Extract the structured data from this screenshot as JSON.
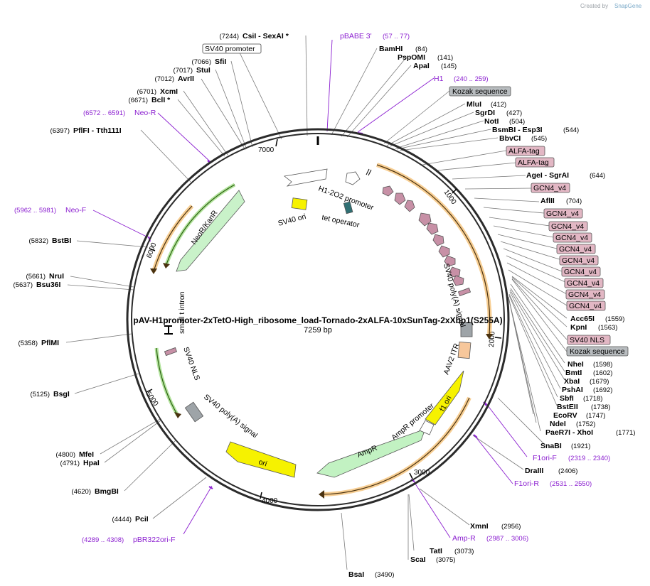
{
  "header": {
    "credit_prefix": "Created by",
    "credit_brand": "SnapGene"
  },
  "plasmid": {
    "name": "pAV-H1promoter-2xTetO-High_ribosome_load-Tornado-2xALFA-10xSunTag-2xXbp1(S255A)",
    "size": "7259 bp"
  },
  "ticks": [
    "1000",
    "2000",
    "3000",
    "4000",
    "5000",
    "6000",
    "7000"
  ],
  "enzymes_right": [
    {
      "name": "BamHI",
      "pos": "(84)"
    },
    {
      "name": "PspOMI",
      "pos": "(141)"
    },
    {
      "name": "ApaI",
      "pos": "(145)"
    },
    {
      "name": "MluI",
      "pos": "(412)"
    },
    {
      "name": "SgrDI",
      "pos": "(427)"
    },
    {
      "name": "NotI",
      "pos": "(504)"
    },
    {
      "name": "BsmBI  - Esp3I",
      "pos": "(544)"
    },
    {
      "name": "BbvCI",
      "pos": "(545)"
    },
    {
      "name": "AgeI  - SgrAI",
      "pos": "(644)"
    },
    {
      "name": "AflII",
      "pos": "(704)"
    },
    {
      "name": "Acc65I",
      "pos": "(1559)"
    },
    {
      "name": "KpnI",
      "pos": "(1563)"
    },
    {
      "name": "NheI",
      "pos": "(1598)"
    },
    {
      "name": "BmtI",
      "pos": "(1602)"
    },
    {
      "name": "XbaI",
      "pos": "(1679)"
    },
    {
      "name": "PshAI",
      "pos": "(1692)"
    },
    {
      "name": "SbfI",
      "pos": "(1718)"
    },
    {
      "name": "BstEII",
      "pos": "(1738)"
    },
    {
      "name": "EcoRV",
      "pos": "(1747)"
    },
    {
      "name": "NdeI",
      "pos": "(1752)"
    },
    {
      "name": "PaeR7I  - XhoI",
      "pos": "(1771)"
    },
    {
      "name": "SnaBI",
      "pos": "(1921)"
    },
    {
      "name": "DraIII",
      "pos": "(2406)"
    },
    {
      "name": "XmnI",
      "pos": "(2956)"
    },
    {
      "name": "TatI",
      "pos": "(3073)"
    },
    {
      "name": "ScaI",
      "pos": "(3075)"
    },
    {
      "name": "BsaI",
      "pos": "(3490)"
    }
  ],
  "enzymes_left": [
    {
      "name": "CsiI  - SexAI *",
      "pos": "(7244)"
    },
    {
      "name": "SfiI",
      "pos": "(7066)"
    },
    {
      "name": "StuI",
      "pos": "(7017)"
    },
    {
      "name": "AvrII",
      "pos": "(7012)"
    },
    {
      "name": "XcmI",
      "pos": "(6701)"
    },
    {
      "name": "BclI *",
      "pos": "(6671)"
    },
    {
      "name": "PflFI  - Tth111I",
      "pos": "(6397)"
    },
    {
      "name": "BstBI",
      "pos": "(5832)"
    },
    {
      "name": "NruI",
      "pos": "(5661)"
    },
    {
      "name": "Bsu36I",
      "pos": "(5637)"
    },
    {
      "name": "PflMI",
      "pos": "(5358)"
    },
    {
      "name": "BsgI",
      "pos": "(5125)"
    },
    {
      "name": "MfeI",
      "pos": "(4800)"
    },
    {
      "name": "HpaI",
      "pos": "(4791)"
    },
    {
      "name": "BmgBI",
      "pos": "(4620)"
    },
    {
      "name": "PciI",
      "pos": "(4444)"
    }
  ],
  "primers": [
    {
      "name": "pBABE 3'",
      "pos": "(57 .. 77)"
    },
    {
      "name": "H1",
      "pos": "(240 .. 259)"
    },
    {
      "name": "Neo-R",
      "pos": "(6572 .. 6591)"
    },
    {
      "name": "Neo-F",
      "pos": "(5962 .. 5981)"
    },
    {
      "name": "F1ori-F",
      "pos": "(2319 .. 2340)"
    },
    {
      "name": "F1ori-R",
      "pos": "(2531 .. 2550)"
    },
    {
      "name": "Amp-R",
      "pos": "(2987 .. 3006)"
    },
    {
      "name": "pBR322ori-F",
      "pos": "(4289 .. 4308)"
    }
  ],
  "boxed_labels": [
    {
      "name": "SV40 promoter",
      "color": "#ffffff"
    },
    {
      "name": "Kozak sequence",
      "color": "#b8bcbf"
    },
    {
      "name": "ALFA-tag",
      "color": "#e2b7c4"
    },
    {
      "name": "ALFA-tag",
      "color": "#e2b7c4"
    },
    {
      "name": "GCN4_v4",
      "color": "#e2b7c4"
    },
    {
      "name": "GCN4_v4",
      "color": "#e2b7c4"
    },
    {
      "name": "GCN4_v4",
      "color": "#e2b7c4"
    },
    {
      "name": "GCN4_v4",
      "color": "#e2b7c4"
    },
    {
      "name": "GCN4_v4",
      "color": "#e2b7c4"
    },
    {
      "name": "GCN4_v4",
      "color": "#e2b7c4"
    },
    {
      "name": "GCN4_v4",
      "color": "#e2b7c4"
    },
    {
      "name": "GCN4_v4",
      "color": "#e2b7c4"
    },
    {
      "name": "GCN4_v4",
      "color": "#e2b7c4"
    },
    {
      "name": "GCN4_v4",
      "color": "#e2b7c4"
    },
    {
      "name": "SV40 NLS",
      "color": "#e2b7c4"
    },
    {
      "name": "Kozak sequence",
      "color": "#b8bcbf"
    }
  ],
  "features": {
    "h1_2o2_promoter": "H1-2O2 promoter",
    "tet_operator": "tet operator",
    "sv40_ori": "SV40 ori",
    "neor_kanr": "NeoR/KanR",
    "small_t_intron": "small t intron",
    "sv40_nls": "SV40 NLS",
    "sv40_polya_left": "SV40 poly(A) signal",
    "sv40_polya_right": "SV40 poly(A) signal",
    "aav2_itr": "AAV2 ITR",
    "f1_ori": "f1 ori",
    "ampr_promoter": "AmpR promoter",
    "ampr": "AmpR",
    "ori": "ori"
  },
  "colors": {
    "backbone": "#2b2b2b",
    "primer": "#8b1fd0",
    "orf_orange": "#f0a53a",
    "orf_green": "#3f8f1e",
    "ori_yellow": "#f6f200",
    "amp_green": "#c2f2c2",
    "neo_green": "#c9f2c9",
    "tag_pink": "#c790a6",
    "grey_box": "#9ea4a8",
    "itr_peach": "#f7c79b",
    "teal": "#2f6f73"
  }
}
